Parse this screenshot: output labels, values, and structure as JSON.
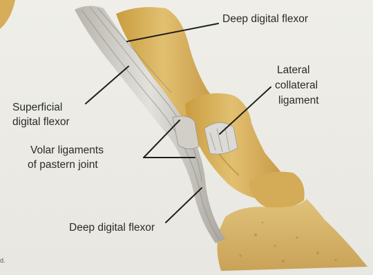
{
  "labels": {
    "deep_flexor_top": "Deep digital flexor",
    "lateral_collateral_line1": "Lateral",
    "lateral_collateral_line2": "collateral",
    "lateral_collateral_line3": "ligament",
    "superficial_flexor_line1": "Superficial",
    "superficial_flexor_line2": "digital flexor",
    "volar_ligaments_line1": "Volar ligaments",
    "volar_ligaments_line2": "of pastern joint",
    "deep_flexor_bottom": "Deep digital flexor"
  },
  "edge_mark": "d.",
  "colors": {
    "background": "#ecebe6",
    "bone": "#d9b35a",
    "bone_shadow": "#b88f35",
    "hoof": "#d8b468",
    "tendon": "#c9c6bf",
    "leader_line": "#1e1e1e"
  }
}
